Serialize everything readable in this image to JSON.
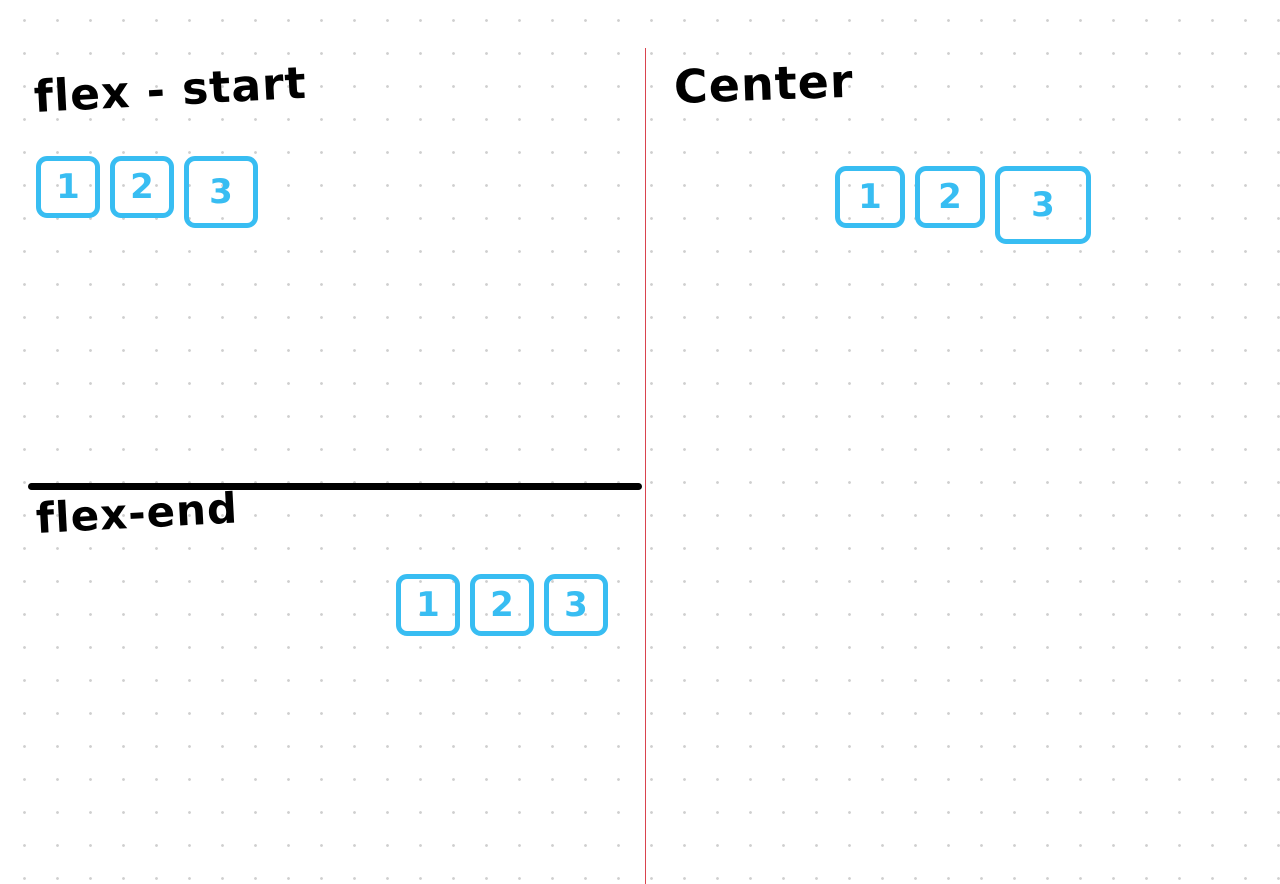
{
  "sections": {
    "flex_start": {
      "title": "flex - start",
      "items": [
        "1",
        "2",
        "3"
      ]
    },
    "center": {
      "title": "Center",
      "items": [
        "1",
        "2",
        "3"
      ]
    },
    "flex_end": {
      "title": "flex-end",
      "items": [
        "1",
        "2",
        "3"
      ]
    }
  },
  "colors": {
    "box_stroke": "#38bdf2",
    "divider_vertical": "#d9434e",
    "divider_horizontal": "#000000",
    "dot_grid": "#cfcfcf"
  }
}
